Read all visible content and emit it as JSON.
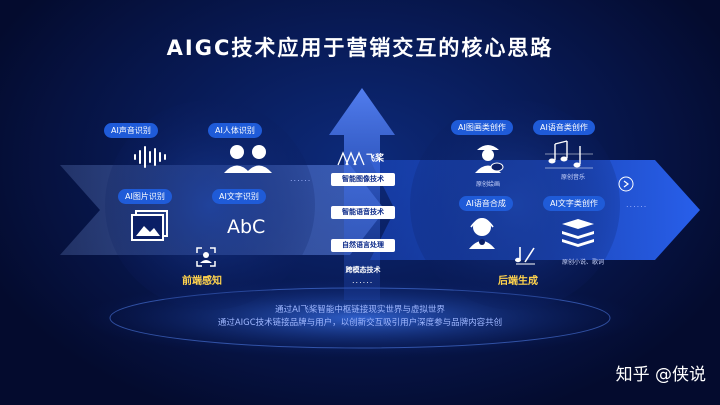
{
  "title": "AIGC技术应用于营销交互的核心思路",
  "left": {
    "items": [
      {
        "label": "AI声音识别"
      },
      {
        "label": "AI人体识别"
      },
      {
        "label": "AI图片识别"
      },
      {
        "label": "AI文字识别"
      }
    ],
    "abc_text": "AbC",
    "dots": "......",
    "section_label": "前端感知"
  },
  "center": {
    "logo_text": "飞桨",
    "techs": [
      "智能图像技术",
      "智能语音技术",
      "自然语言处理",
      "跨模态技术"
    ],
    "dots": "......"
  },
  "right": {
    "items": [
      {
        "label": "AI图画类创作",
        "caption": "原创绘画"
      },
      {
        "label": "AI语音类创作",
        "caption": "原创音乐"
      },
      {
        "label": "AI语音合成",
        "caption": ""
      },
      {
        "label": "AI文字类创作",
        "caption": "原创小说、歌词"
      }
    ],
    "dots": "......",
    "section_label": "后端生成"
  },
  "bottom_lines": [
    "通过AI飞桨智能中枢链接现实世界与虚拟世界",
    "通过AIGC技术链接品牌与用户，以创新交互吸引用户深度参与品牌内容共创"
  ],
  "watermark": "知乎 @侠说",
  "colors": {
    "accent": "#1f5bd8",
    "label_yellow": "#ffd34d",
    "background": "#050d33"
  }
}
